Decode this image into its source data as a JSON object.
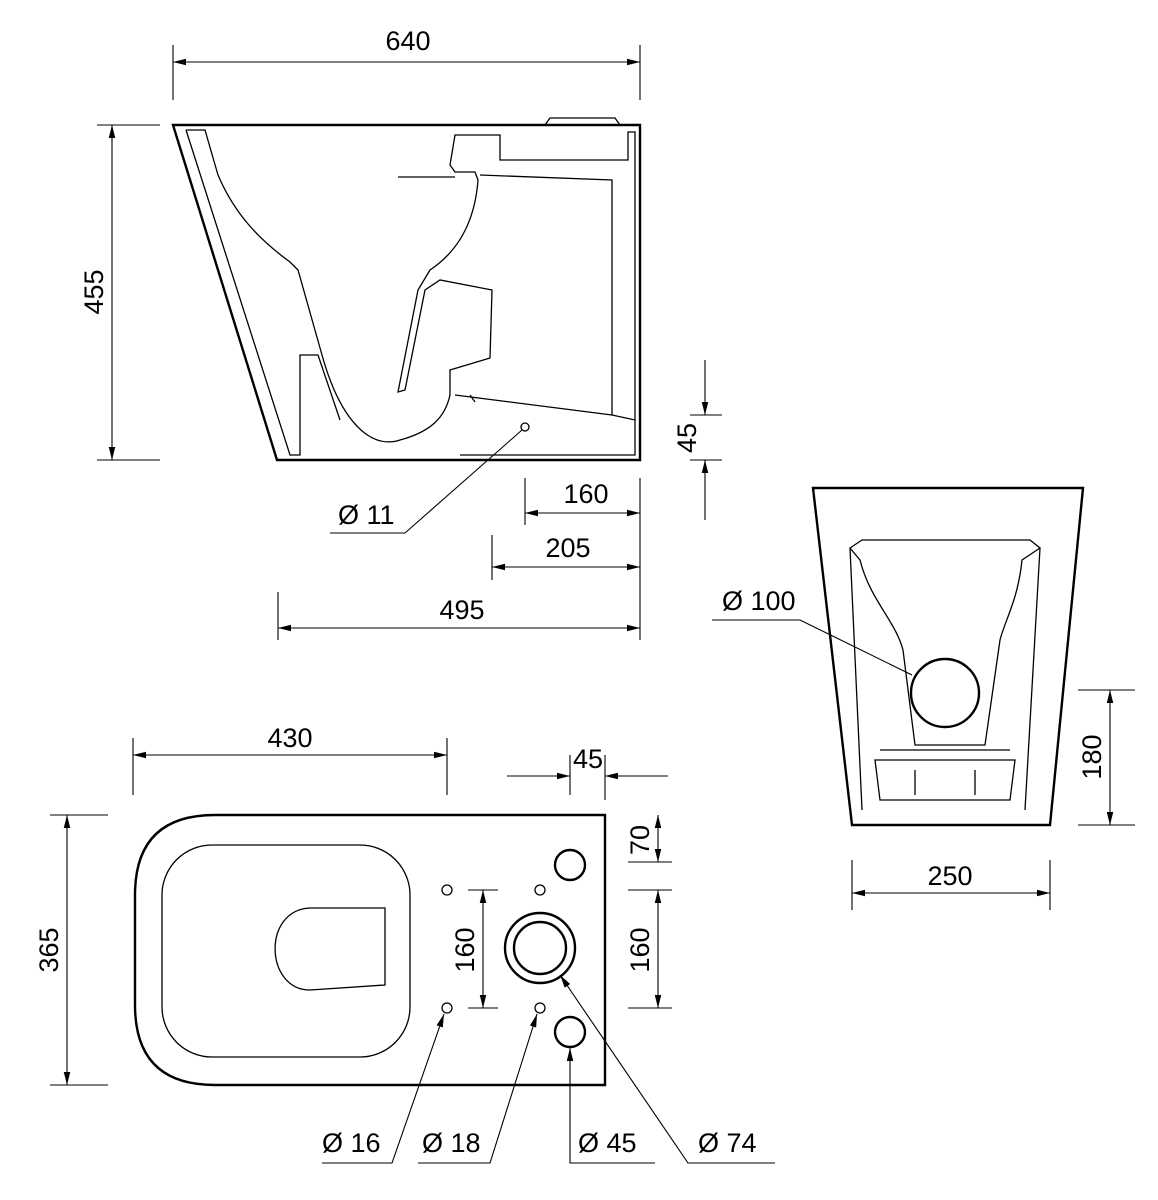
{
  "side_view": {
    "width": "640",
    "height": "455",
    "outlet_height": "45",
    "dist_160": "160",
    "dist_205": "205",
    "dist_495": "495",
    "hole_dia": "Ø 11"
  },
  "front_view": {
    "outlet_dia": "Ø 100",
    "outlet_height": "180",
    "width": "250"
  },
  "top_view": {
    "length": "430",
    "offset_45": "45",
    "width": "365",
    "dist_70": "70",
    "spacing_left": "160",
    "spacing_right": "160",
    "hole_16": "Ø 16",
    "hole_18": "Ø 18",
    "hole_45": "Ø 45",
    "hole_74": "Ø 74"
  }
}
